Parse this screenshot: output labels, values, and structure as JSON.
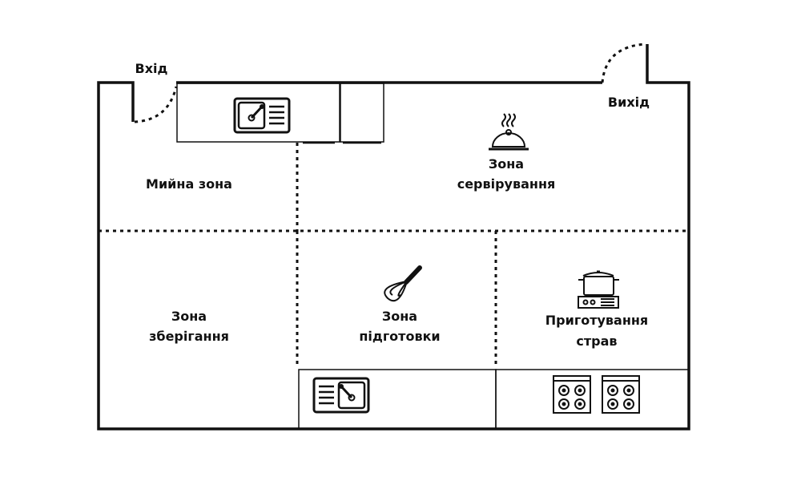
{
  "doors": {
    "entrance": "Вхід",
    "exit": "Вихід"
  },
  "zones": {
    "washing": {
      "line1": "Мийна зона"
    },
    "serving": {
      "line1": "Зона",
      "line2": "сервірування"
    },
    "storage": {
      "line1": "Зона",
      "line2": "зберігання"
    },
    "prep": {
      "line1": "Зона",
      "line2": "підготовки"
    },
    "cooking": {
      "line1": "Приготування",
      "line2": "страв"
    }
  },
  "colors": {
    "ink": "#111111",
    "background": "#ffffff"
  },
  "icons": {
    "wash_sink": "sink-icon",
    "serving": "cloche-icon",
    "prep": "whisk-icon",
    "cooking": "pot-on-stove-icon",
    "prep_sink": "sink-icon",
    "stoves": "stove-icon"
  }
}
